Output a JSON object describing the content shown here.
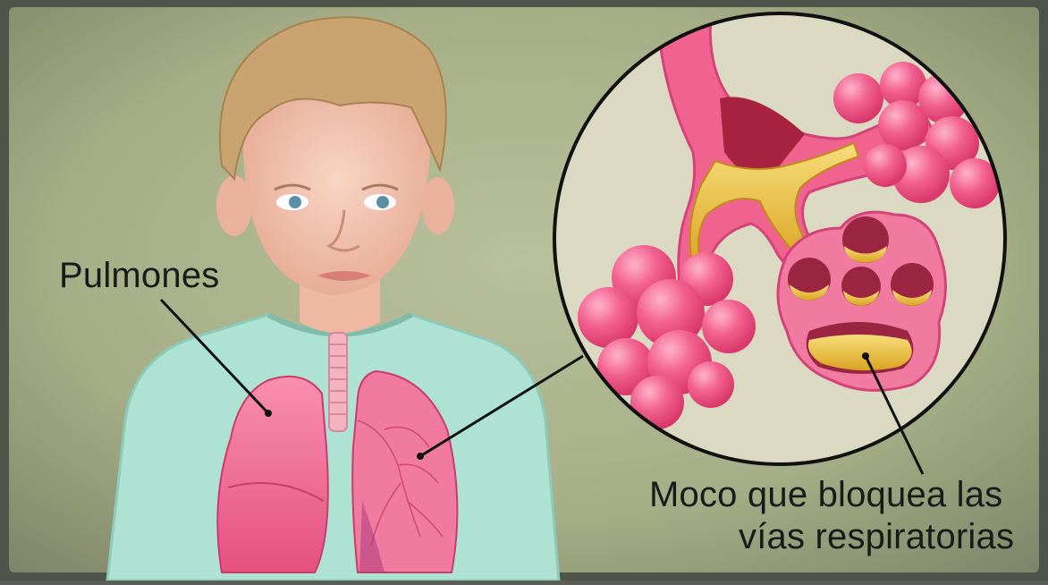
{
  "labels": {
    "lungs": "Pulmones",
    "mucus_line1": "Moco que bloquea las",
    "mucus_line2": "vías respiratorias"
  },
  "colors": {
    "background": "#a9b48c",
    "vignette": "#4d5046",
    "shirt": "#a9e0d0",
    "skin": "#f2c4b0",
    "hair": "#c9a370",
    "lung": "#ef5f8c",
    "lung_light": "#f7a0bd",
    "mucus": "#f2c33e",
    "inset_bg": "#d9d6bf",
    "line": "#111111"
  }
}
